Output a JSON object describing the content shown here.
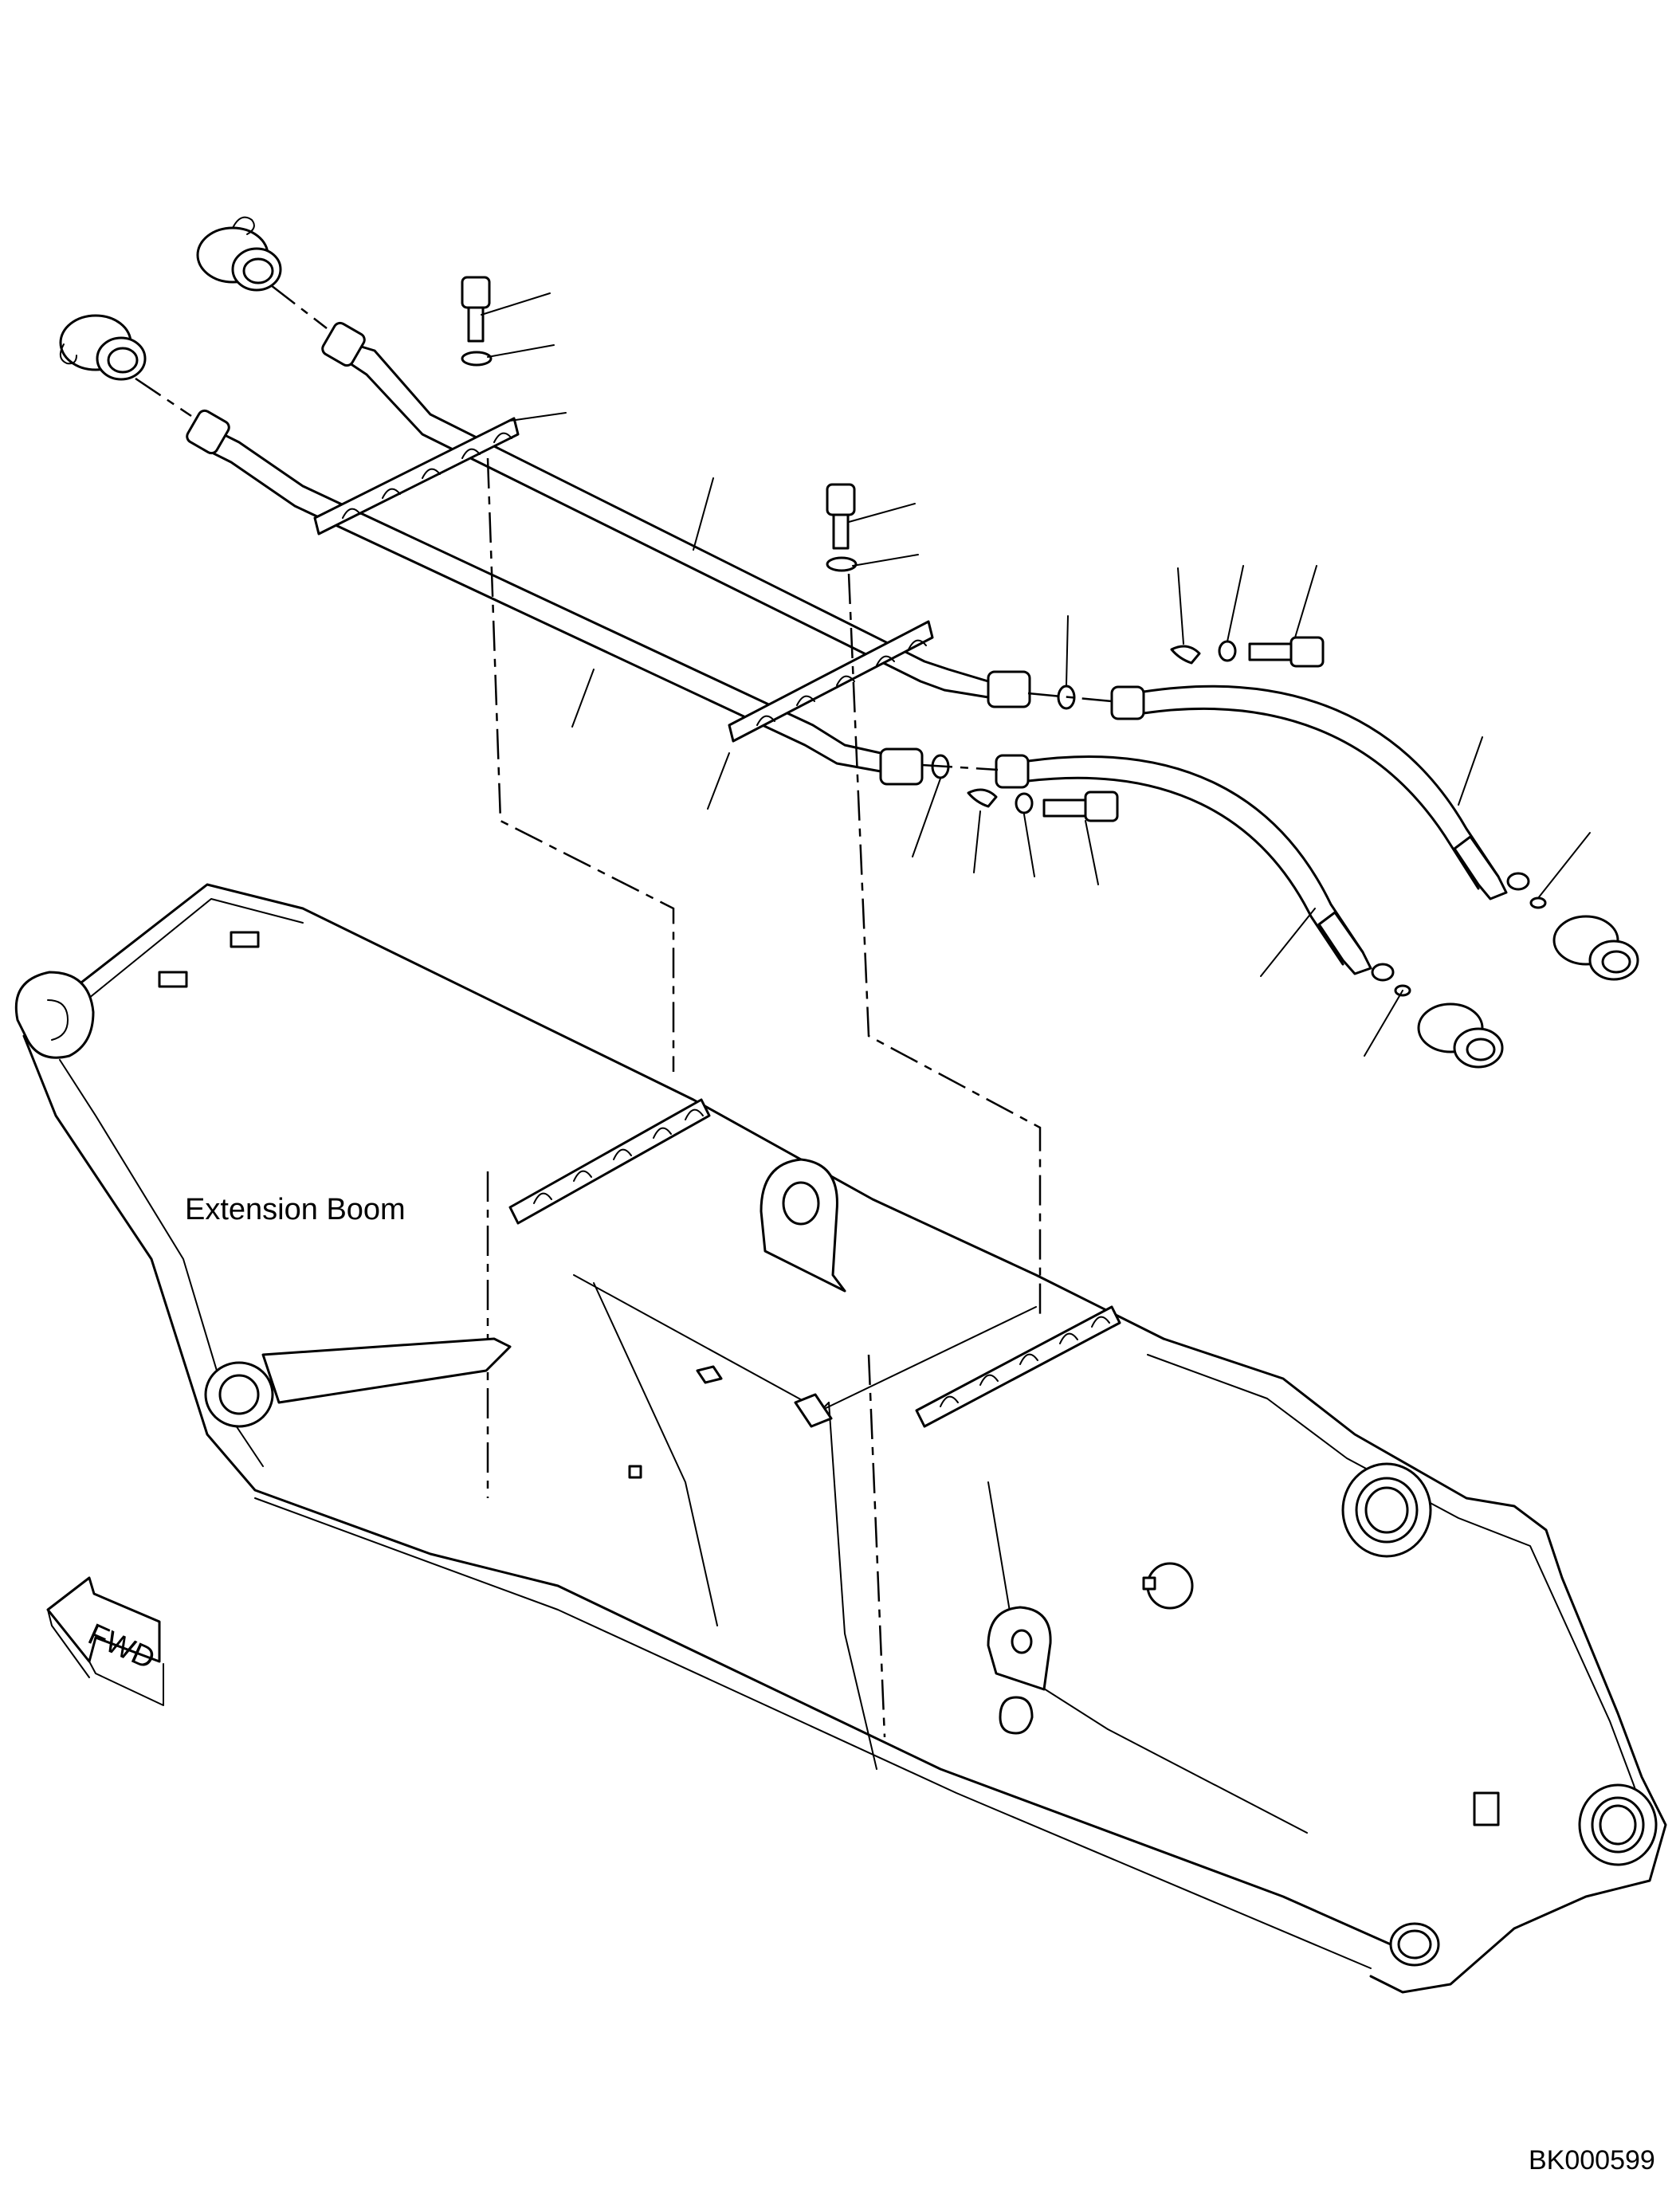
{
  "diagram": {
    "boom_label": "Extension Boom",
    "direction_label": "FWD",
    "drawing_number": "BK000599"
  }
}
